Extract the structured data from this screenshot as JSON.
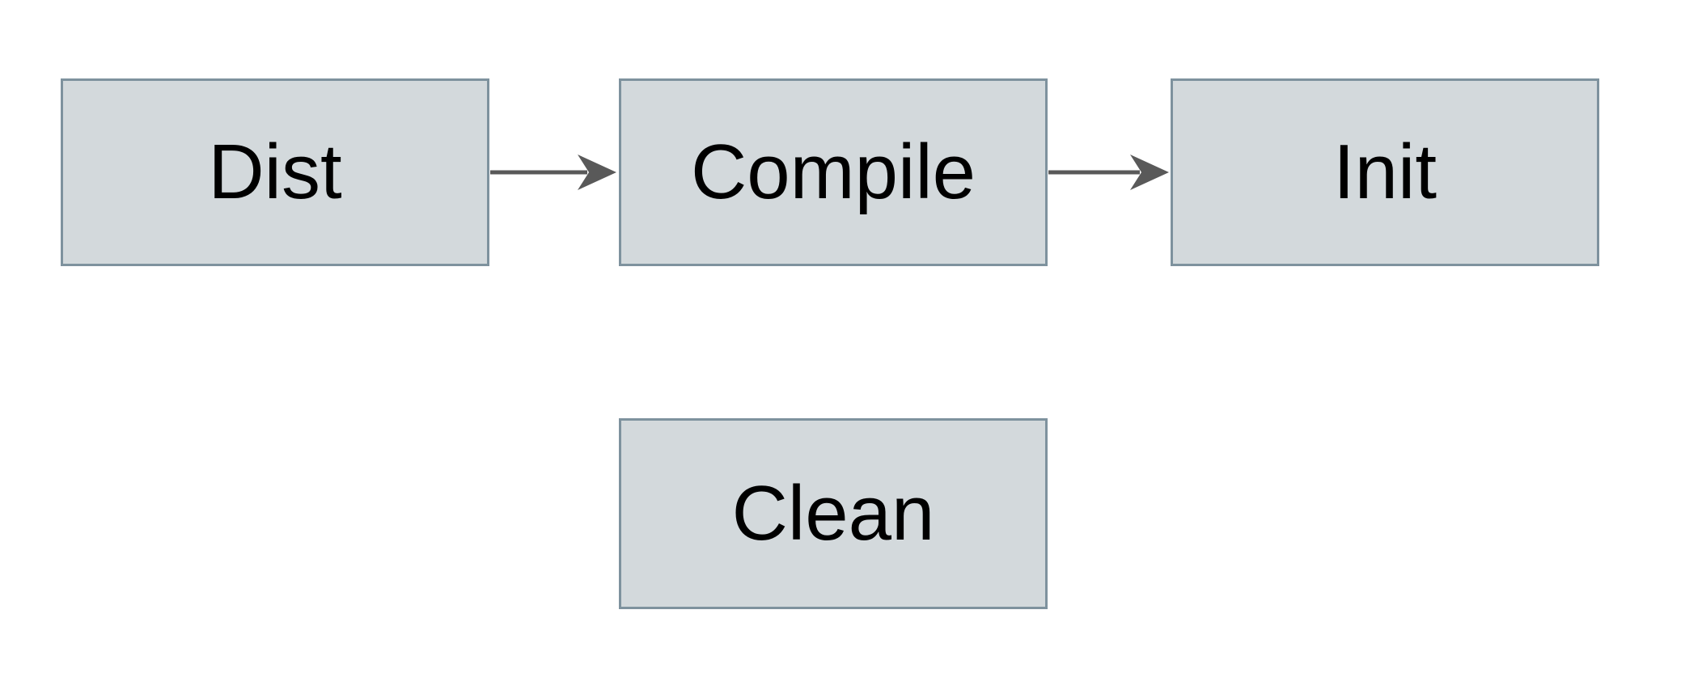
{
  "diagram": {
    "type": "flowchart",
    "nodes": [
      {
        "id": "dist",
        "label": "Dist"
      },
      {
        "id": "compile",
        "label": "Compile"
      },
      {
        "id": "init",
        "label": "Init"
      },
      {
        "id": "clean",
        "label": "Clean"
      }
    ],
    "edges": [
      {
        "from": "dist",
        "to": "compile",
        "direction": "right"
      },
      {
        "from": "compile",
        "to": "init",
        "direction": "right"
      }
    ],
    "colors": {
      "node_fill": "#d3d9dc",
      "node_border": "#7e929e",
      "arrow": "#595959",
      "text": "#000000",
      "background": "#ffffff"
    }
  }
}
